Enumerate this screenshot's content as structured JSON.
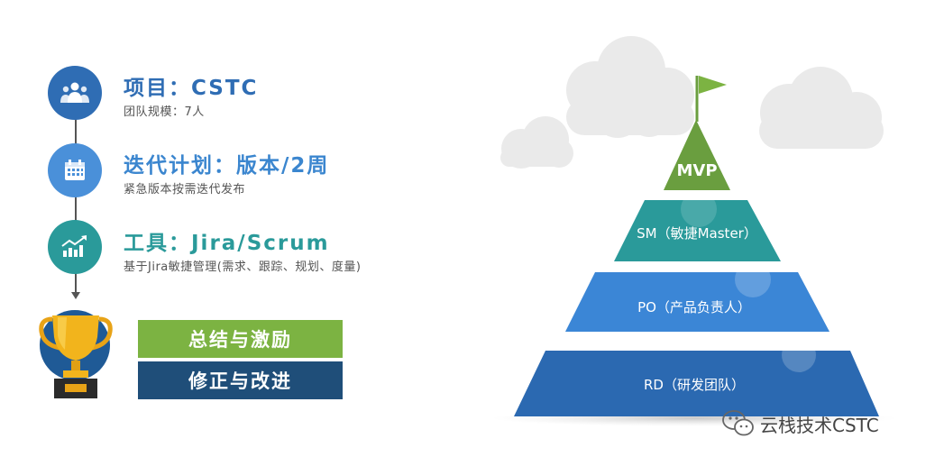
{
  "items": [
    {
      "title": "项目：CSTC",
      "subtitle": "团队规模：7人",
      "icon": "team-icon",
      "color": "#2f6db4",
      "title_color": "#2f6db4"
    },
    {
      "title": "迭代计划：版本/2周",
      "subtitle": "紧急版本按需迭代发布",
      "icon": "calendar-icon",
      "color": "#4a90d9",
      "title_color": "#3b86cf"
    },
    {
      "title": "工具：Jira/Scrum",
      "subtitle": "基于Jira敏捷管理(需求、跟踪、规划、度量)",
      "icon": "chart-growth-icon",
      "color": "#2a9a9a",
      "title_color": "#2a9a9a"
    }
  ],
  "trophy": {
    "icon": "trophy-icon"
  },
  "bars": {
    "summary": {
      "label": "总结与激励",
      "color": "#7cb342"
    },
    "improve": {
      "label": "修正与改进",
      "color": "#1f4e79"
    }
  },
  "pyramid": {
    "levels": [
      {
        "label": "MVP",
        "color": "#6a9e3f"
      },
      {
        "label": "SM（敏捷Master）",
        "color": "#2a9a9a"
      },
      {
        "label": "PO（产品负责人）",
        "color": "#3b86d6"
      },
      {
        "label": "RD（研发团队）",
        "color": "#2b69b1"
      }
    ],
    "flag_color": "#7cb342"
  },
  "watermark": {
    "text": "云栈技术CSTC",
    "icon": "wechat-icon"
  }
}
